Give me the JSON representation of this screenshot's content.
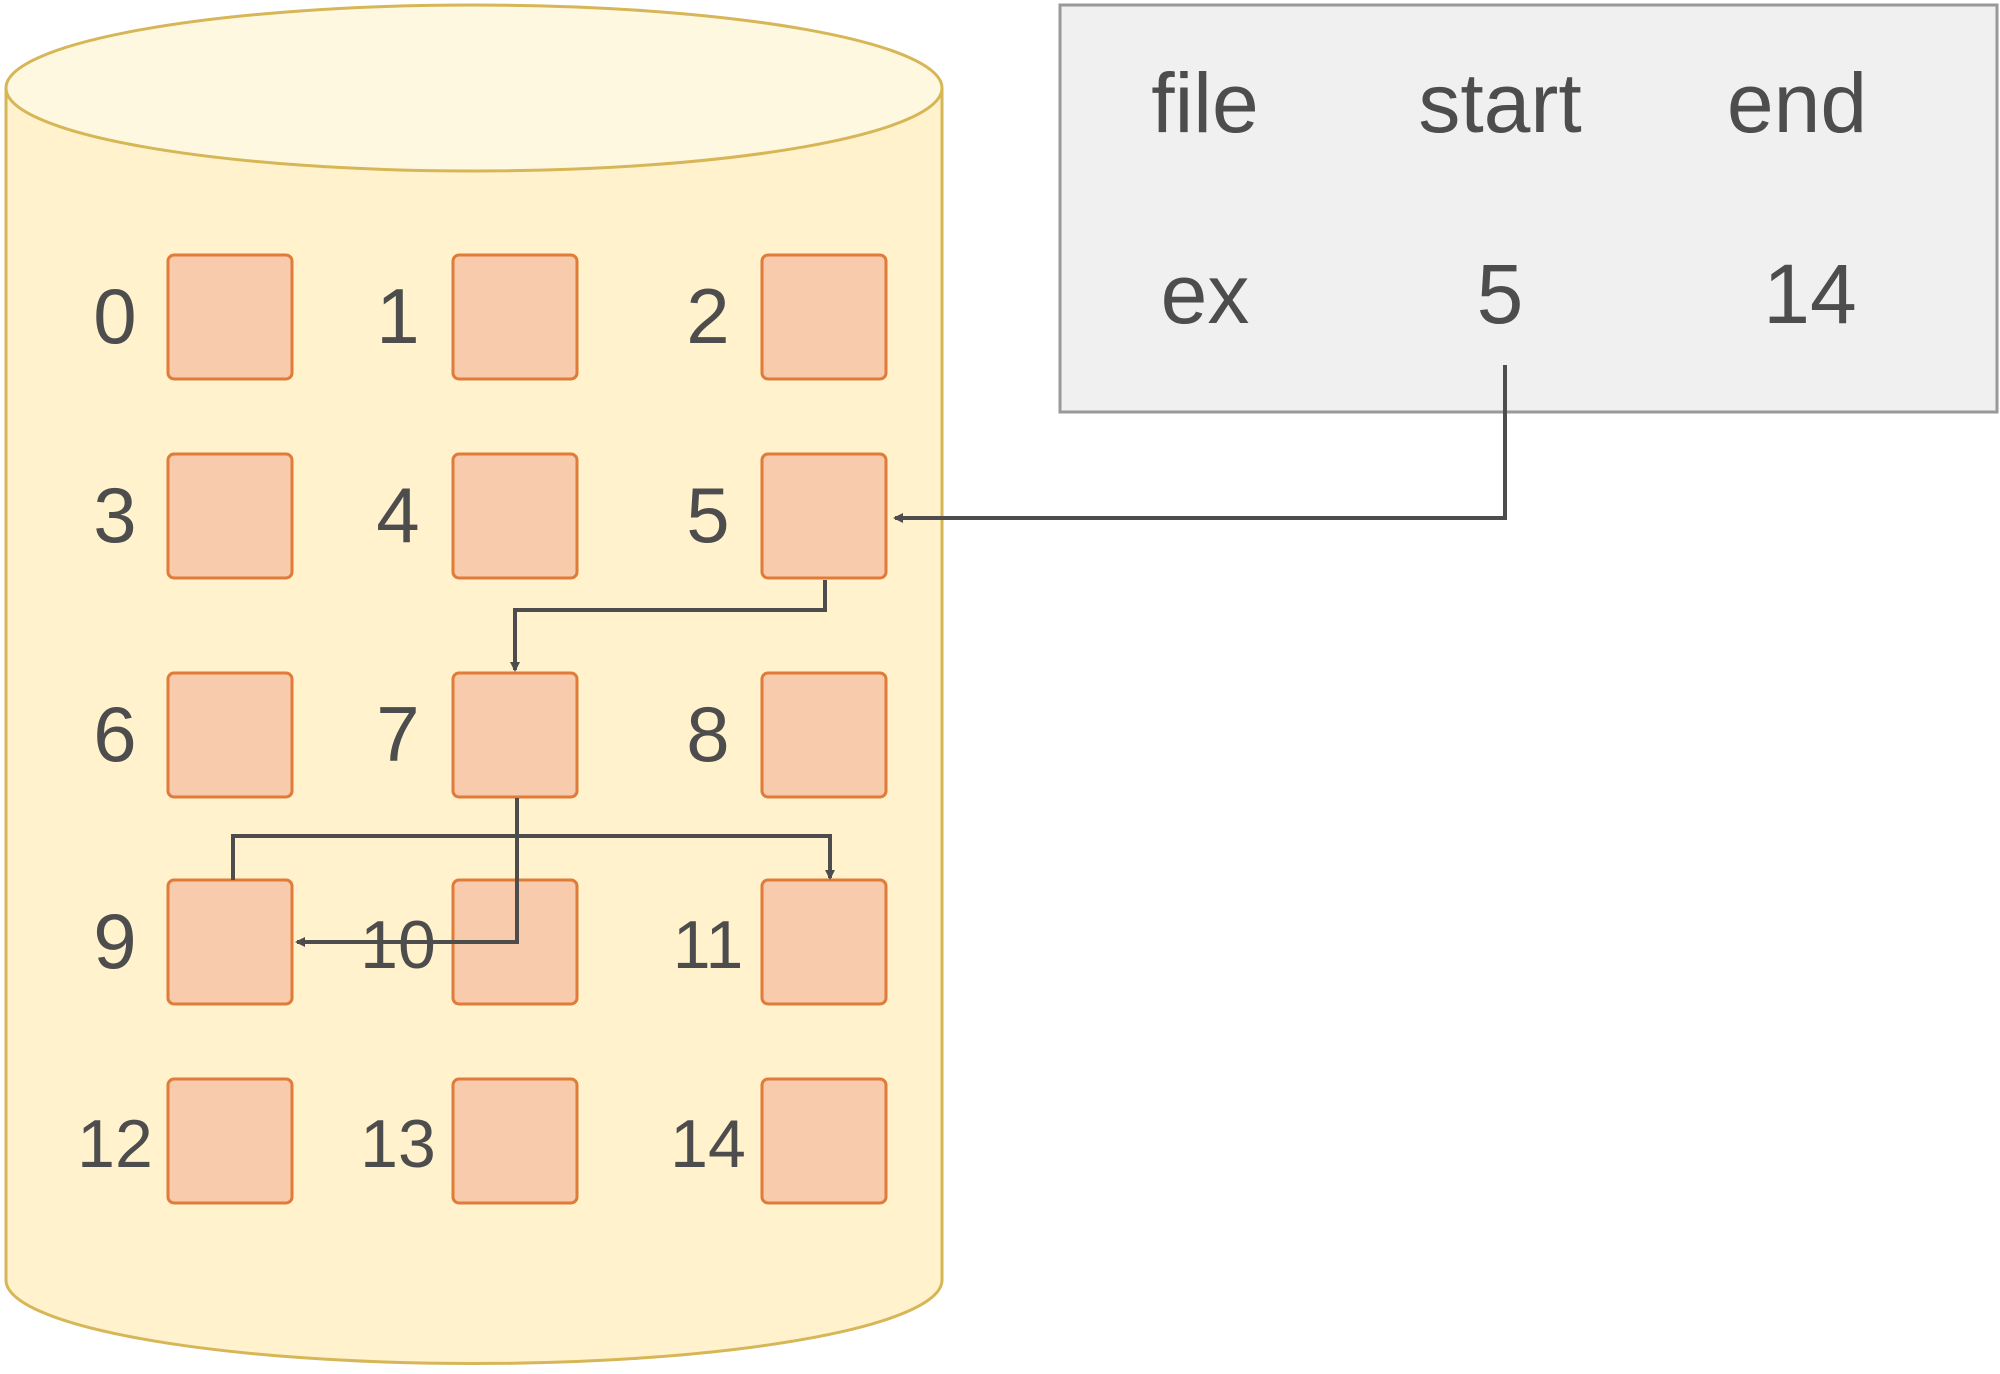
{
  "disk": {
    "blocks": [
      {
        "label": "0"
      },
      {
        "label": "1"
      },
      {
        "label": "2"
      },
      {
        "label": "3"
      },
      {
        "label": "4"
      },
      {
        "label": "5"
      },
      {
        "label": "6"
      },
      {
        "label": "7"
      },
      {
        "label": "8"
      },
      {
        "label": "9"
      },
      {
        "label": "10"
      },
      {
        "label": "11"
      },
      {
        "label": "12"
      },
      {
        "label": "13"
      },
      {
        "label": "14"
      }
    ]
  },
  "table": {
    "headers": [
      "file",
      "start",
      "end"
    ],
    "rows": [
      [
        "ex",
        "5",
        "14"
      ]
    ]
  },
  "links": [
    {
      "from": "table-start",
      "to": "5"
    },
    {
      "from": "5",
      "to": "7"
    },
    {
      "from": "7",
      "to": "9"
    },
    {
      "from": "9",
      "to": "11"
    }
  ],
  "colors": {
    "cylinder_fill": "#fff2cc",
    "cylinder_stroke": "#d6b656",
    "block_fill": "#f8cbad",
    "block_stroke": "#e07b39",
    "table_fill": "#f0f0f0",
    "table_stroke": "#999999",
    "arrow": "#4d4d4d"
  }
}
